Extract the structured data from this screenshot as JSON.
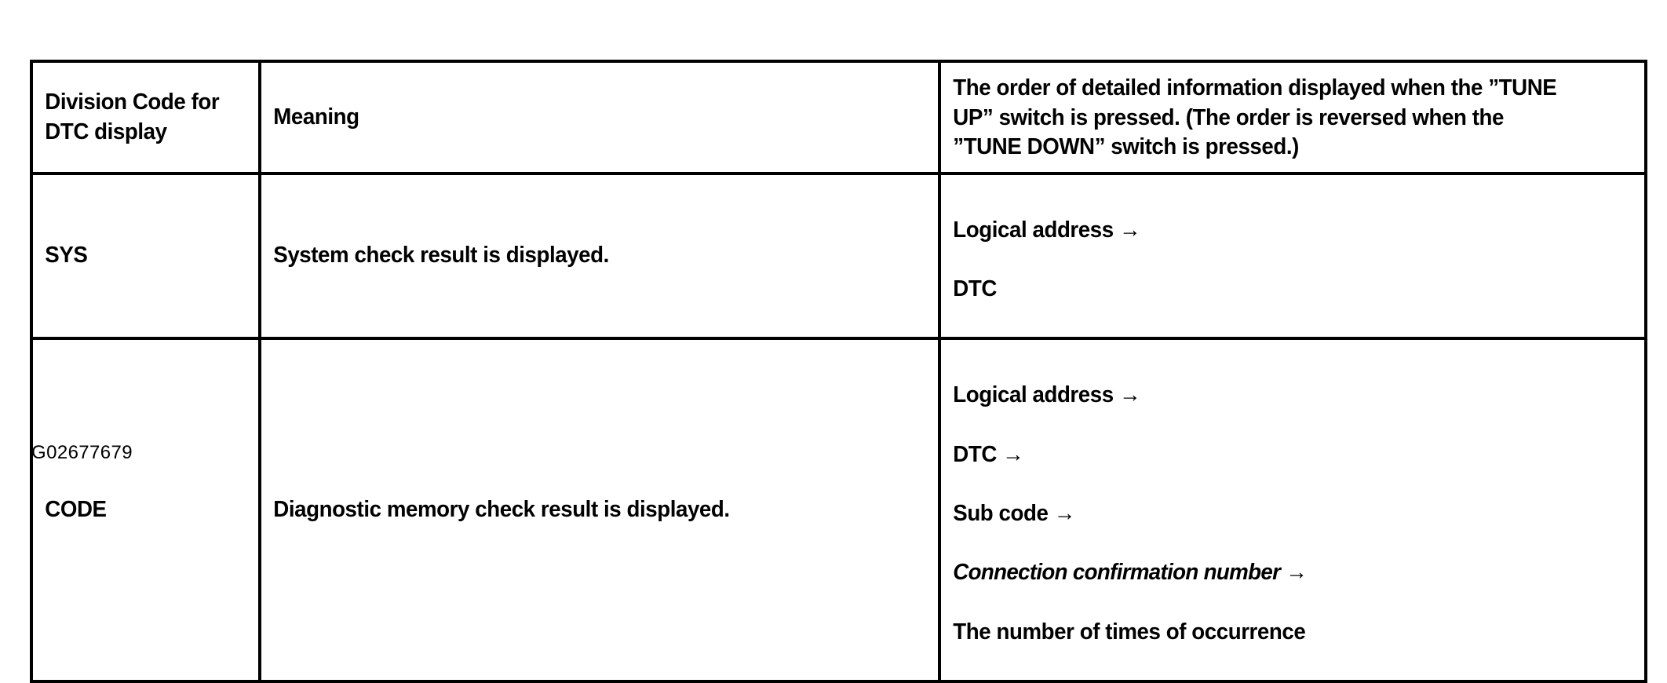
{
  "table": {
    "headers": {
      "division_code": "Division Code for\nDTC display",
      "meaning": "Meaning",
      "order": "The order of detailed information displayed when the ”TUNE\nUP” switch is pressed. (The order is reversed when the\n”TUNE DOWN” switch is pressed.)"
    },
    "rows": [
      {
        "code": "SYS",
        "meaning": "System check result is displayed.",
        "order_steps": [
          "Logical address →",
          "DTC"
        ]
      },
      {
        "code": "CODE",
        "meaning": "Diagnostic memory check result is displayed.",
        "order_steps": [
          "Logical address →",
          "DTC →",
          "Sub code →",
          "Connection confirmation number →",
          "The number of times of occurrence"
        ]
      }
    ]
  },
  "caption": {
    "figure_id": "G02677679"
  },
  "colors": {
    "background": "#ffffff",
    "ink": "#000000",
    "border": "#000000"
  }
}
